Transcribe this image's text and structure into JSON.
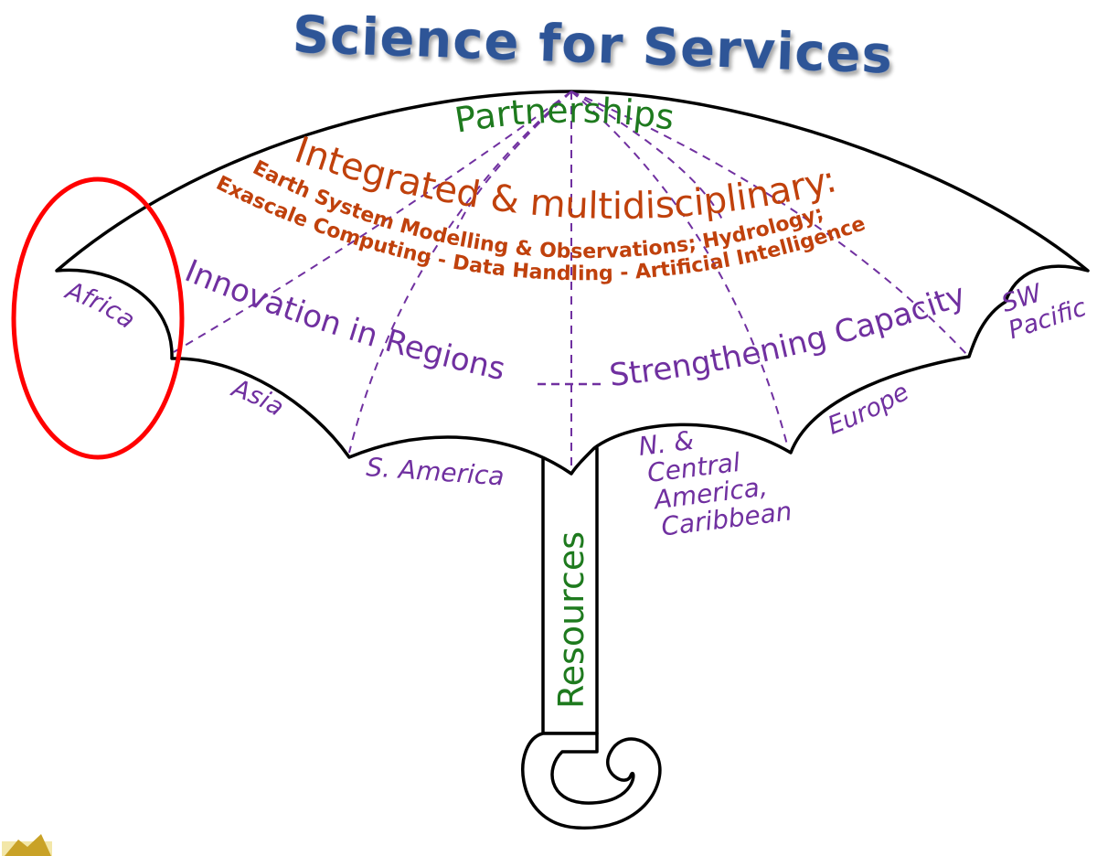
{
  "title": "Science for Services",
  "canopy": {
    "arc1": "Partnerships",
    "arc2": "Integrated & multidisciplinary:",
    "arc3": "Earth System Modelling & Observations; Hydrology;",
    "arc4": "Exascale Computing - Data Handling - Artificial Intelligence",
    "band_left": "Innovation in Regions",
    "band_right": "Strengthening Capacity"
  },
  "regions": {
    "africa": "Africa",
    "asia": "Asia",
    "s_america": "S. America",
    "n_central_line1": "N. &",
    "n_central_line2": "Central",
    "n_central_line3": "America,",
    "n_central_line4": "Caribbean",
    "europe": "Europe",
    "sw_pacific_line1": "SW",
    "sw_pacific_line2": "Pacific"
  },
  "handle_label": "Resources",
  "colors": {
    "title_blue": "#2f5597",
    "green": "#1e7a1e",
    "orange": "#c0410c",
    "purple": "#7030a0",
    "highlight_red": "#ff0000"
  },
  "highlight": {
    "target": "Africa"
  }
}
